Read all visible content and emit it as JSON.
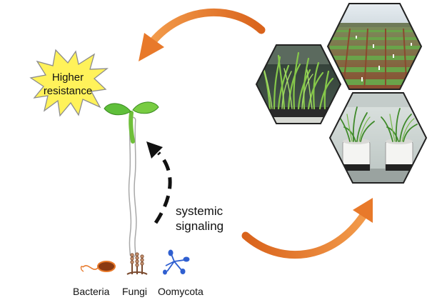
{
  "burst": {
    "line1": "Higher",
    "line2": "resistance",
    "fill_color": "#fff25a",
    "stroke_color": "#8c8c8c"
  },
  "signal": {
    "line1": "systemic",
    "line2": "signaling"
  },
  "microbes": [
    {
      "label": "Bacteria",
      "color": "#a0461e"
    },
    {
      "label": "Fungi",
      "color": "#7a4a2e"
    },
    {
      "label": "Oomycota",
      "color": "#2f5fd0"
    }
  ],
  "arrow_color": "#e8792a",
  "photos": [
    {
      "name": "potted-seedlings-photo",
      "icon": "photo"
    },
    {
      "name": "field-plots-photo",
      "icon": "photo"
    },
    {
      "name": "soil-pots-photo",
      "icon": "photo"
    }
  ]
}
